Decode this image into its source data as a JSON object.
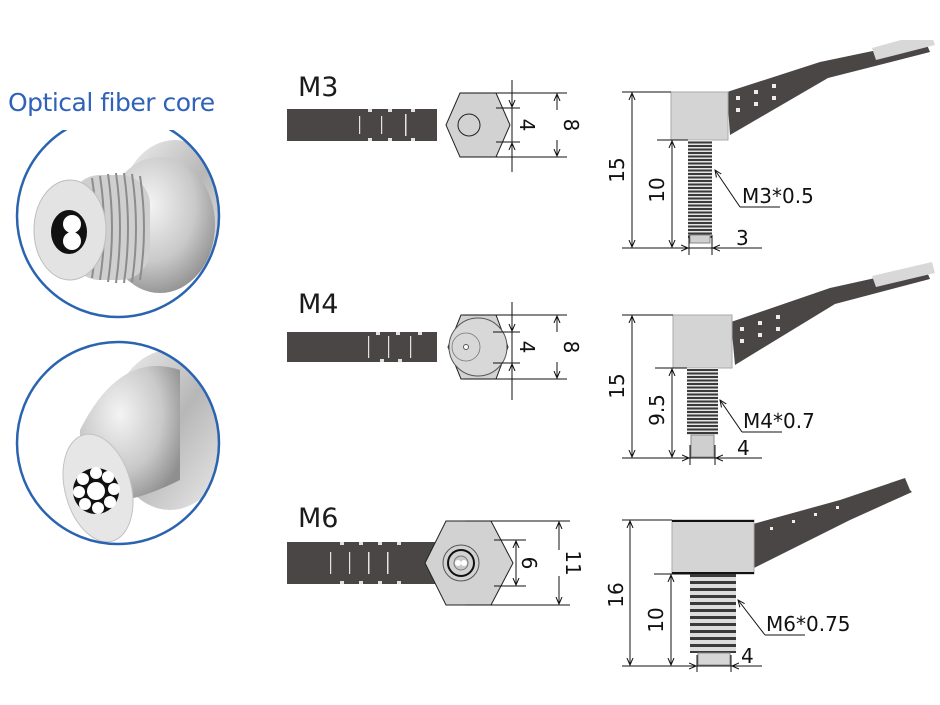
{
  "title": "Optical fiber core",
  "colors": {
    "title": "#2f62b8",
    "circle_border": "#2a64b0",
    "cable": "#4a4646",
    "hex_fill": "#d2d2d2",
    "block_fill": "#d4d4d4"
  },
  "insets": [
    {
      "name": "dual-core-fiber-tip",
      "description": "threaded head with 2-core fiber"
    },
    {
      "name": "bundle-fiber-tip",
      "description": "smooth head with multi-core bundle"
    }
  ],
  "models": [
    {
      "label": "M3",
      "front": {
        "inner_dim": "4",
        "outer_dim": "8"
      },
      "side": {
        "total_height": "15",
        "thread_length": "10",
        "thread_spec": "M3*0.5",
        "tip_width": "3"
      }
    },
    {
      "label": "M4",
      "front": {
        "inner_dim": "4",
        "outer_dim": "8"
      },
      "side": {
        "total_height": "15",
        "thread_length": "9.5",
        "thread_spec": "M4*0.7",
        "tip_width": "4"
      }
    },
    {
      "label": "M6",
      "front": {
        "inner_dim": "6",
        "outer_dim": "11"
      },
      "side": {
        "total_height": "16",
        "thread_length": "10",
        "thread_spec": "M6*0.75",
        "tip_width": "4"
      }
    }
  ]
}
